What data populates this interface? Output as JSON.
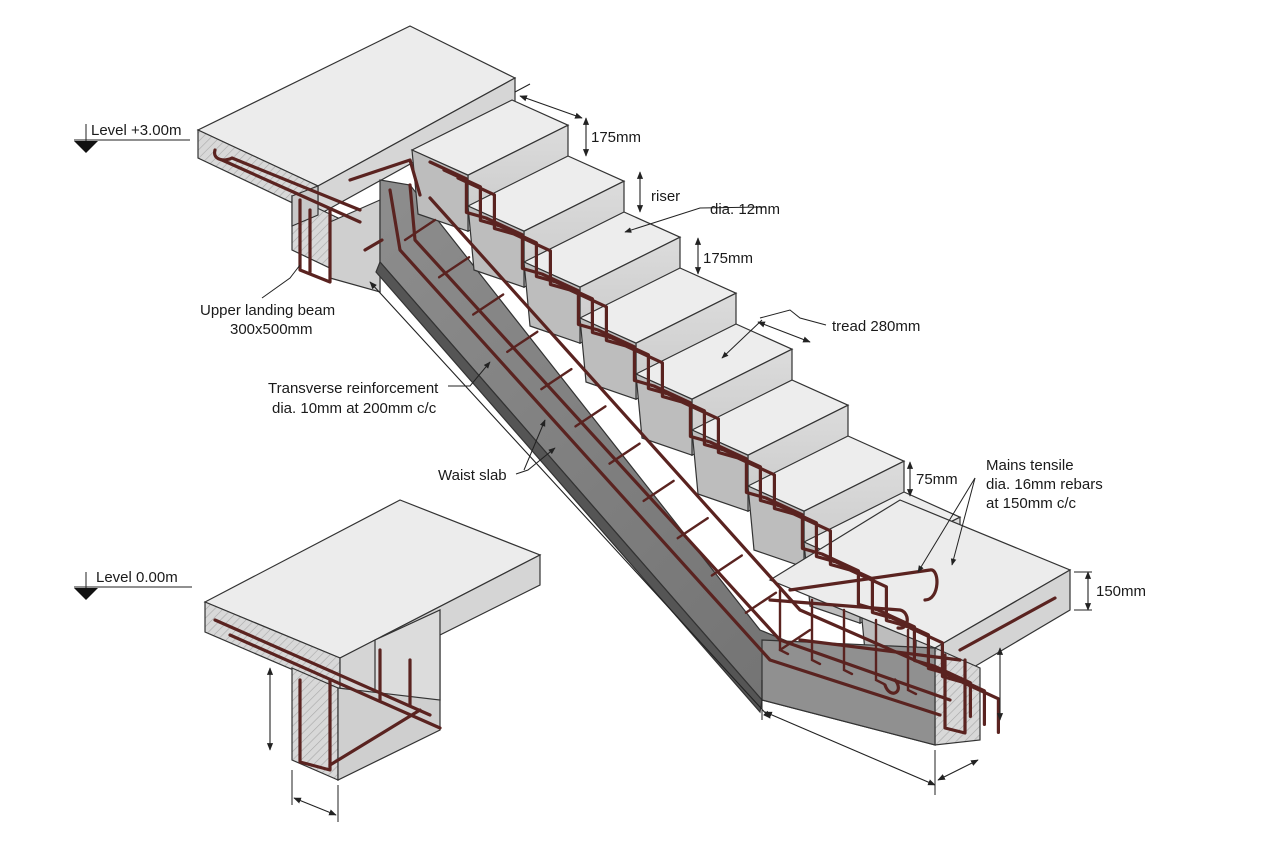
{
  "labels": {
    "level_upper": "Level +3.00m",
    "level_lower": "Level 0.00m",
    "riser_top": "175mm",
    "riser": "riser",
    "dia12": "dia. 12mm",
    "riser_mid": "175mm",
    "tread": "tread 280mm",
    "beam_line1": "Upper landing beam",
    "beam_line2": "300x500mm",
    "transverse_line1": "Transverse reinforcement",
    "transverse_line2": "dia. 10mm at 200mm c/c",
    "waist": "Waist slab",
    "dim_75": "75mm",
    "mains_line1": "Mains tensile",
    "mains_line2": "dia. 16mm rebars",
    "mains_line3": "at 150mm c/c",
    "dim_150": "150mm"
  },
  "colors": {
    "concrete_top": "#e9e9e9",
    "concrete_side": "#d4d4d4",
    "concrete_dark": "#9a9a9a",
    "rebar": "#5a2320",
    "section_hatch": "#b0b0b0"
  },
  "icons": [
    "level-marker-icon"
  ]
}
